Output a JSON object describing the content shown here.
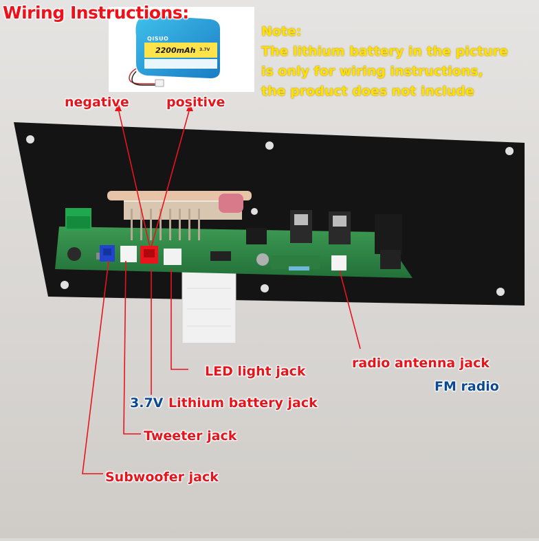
{
  "title": "Wiring Instructions:",
  "note": {
    "heading": "Note:",
    "lines": [
      "The lithium battery in the picture",
      "is only for wiring instructions,",
      "the product does not include"
    ]
  },
  "battery": {
    "brand": "QISUO",
    "capacity": "2200mAh",
    "voltage": "3.7V"
  },
  "labels": {
    "negative": "negative",
    "positive": "positive",
    "led_light_jack": "LED light jack",
    "battery_voltage": "3.7V",
    "lithium_battery_jack": "Lithium battery jack",
    "tweeter_jack": "Tweeter jack",
    "subwoofer_jack": "Subwoofer jack",
    "radio_antenna_jack": "radio antenna jack",
    "fm_radio": "FM radio"
  },
  "colors": {
    "label_red": "#e8141c",
    "note_yellow": "#ffe000",
    "fm_blue": "#0b4a92",
    "panel_black": "#141414",
    "pcb_green": "#2f8a45"
  }
}
